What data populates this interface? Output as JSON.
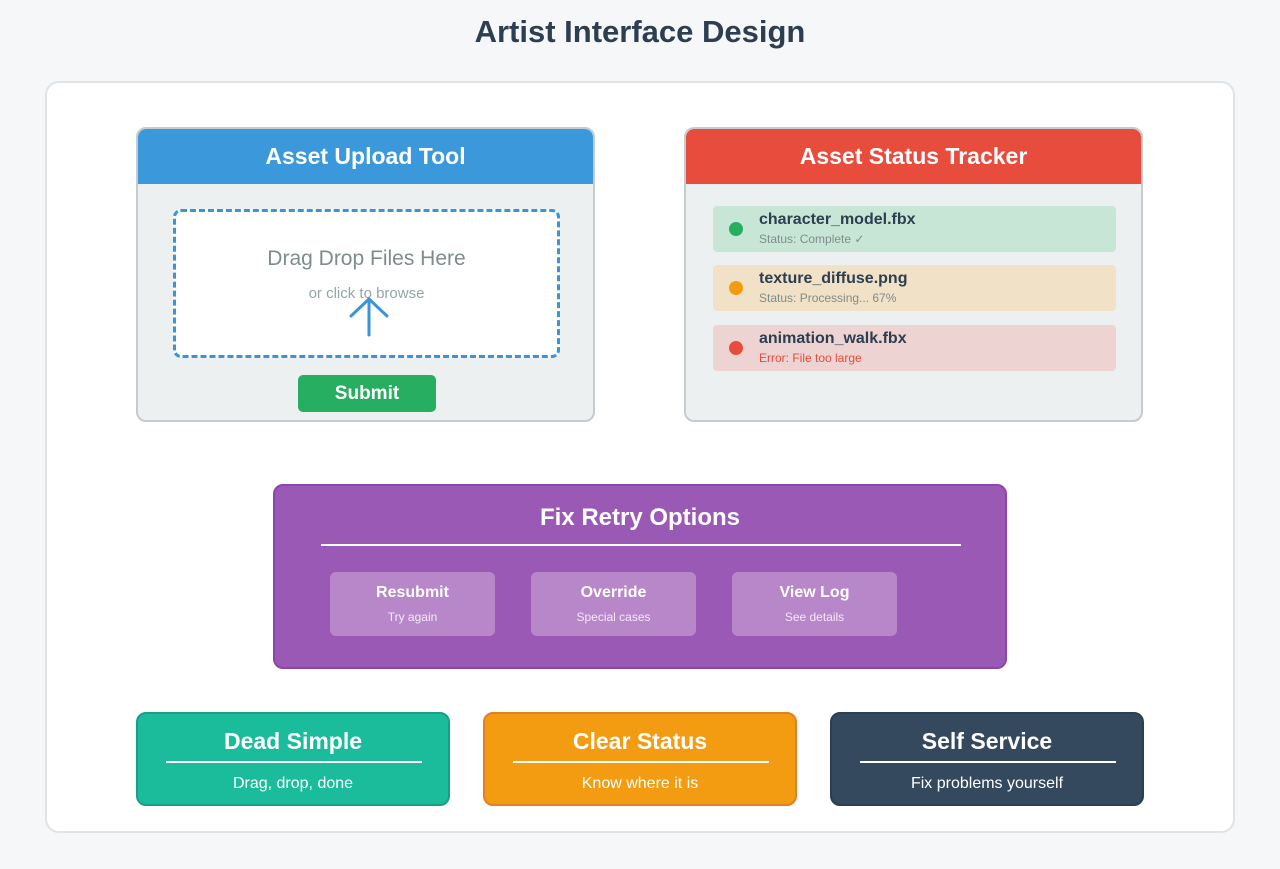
{
  "title": "Artist Interface Design",
  "colors": {
    "upload_header": "#3a98db",
    "status_header": "#e74c3c",
    "complete": "#27ae60",
    "processing": "#f39c12",
    "error": "#e74c3c",
    "retry_panel": "#9b59b6",
    "dead_simple": "#1abc9c",
    "clear_status": "#f39c12",
    "self_service": "#34495e"
  },
  "upload": {
    "header": "Asset Upload Tool",
    "drop_title": "Drag Drop Files Here",
    "drop_sub": "or click to browse",
    "icon": "upload-arrow-icon",
    "submit_label": "Submit"
  },
  "status": {
    "header": "Asset Status Tracker",
    "items": [
      {
        "name": "character_model.fbx",
        "text": "Status: Complete ✓",
        "state": "complete"
      },
      {
        "name": "texture_diffuse.png",
        "text": "Status: Processing... 67%",
        "state": "processing"
      },
      {
        "name": "animation_walk.fbx",
        "text": "Error: File too large",
        "state": "error"
      }
    ]
  },
  "retry": {
    "title": "Fix Retry Options",
    "options": [
      {
        "label": "Resubmit",
        "sub": "Try again"
      },
      {
        "label": "Override",
        "sub": "Special cases"
      },
      {
        "label": "View Log",
        "sub": "See details"
      }
    ]
  },
  "principles": [
    {
      "title": "Dead Simple",
      "sub": "Drag, drop, done"
    },
    {
      "title": "Clear Status",
      "sub": "Know where it is"
    },
    {
      "title": "Self Service",
      "sub": "Fix problems yourself"
    }
  ]
}
